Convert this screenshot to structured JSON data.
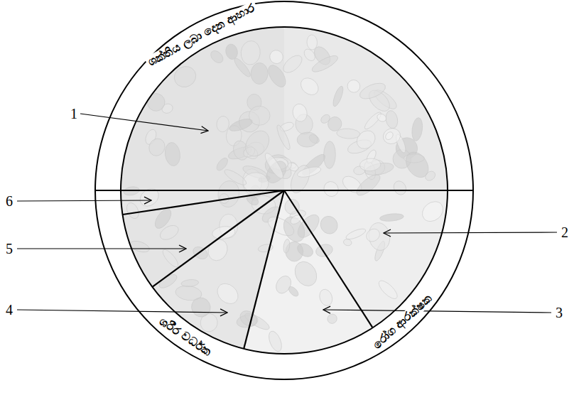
{
  "diagram": {
    "labels": [
      "ශක්තිය ලබා දෙන ආහාර",
      "1",
      "6",
      "5",
      "4",
      "ශරීර වර්ධක",
      "3",
      "රෝග ආරක්ෂක",
      "2"
    ]
  }
}
